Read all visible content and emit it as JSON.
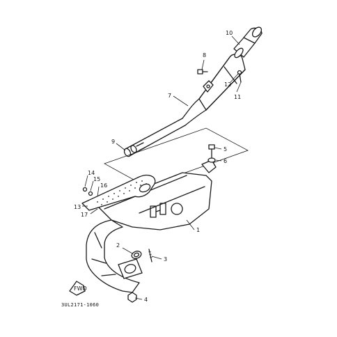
{
  "diagram": {
    "part_code": "3UL2171-1060",
    "fwd_label": "FWD",
    "callouts": [
      "1",
      "2",
      "3",
      "4",
      "5",
      "6",
      "7",
      "8",
      "9",
      "10",
      "11",
      "12",
      "13",
      "14",
      "15",
      "16",
      "17"
    ]
  }
}
